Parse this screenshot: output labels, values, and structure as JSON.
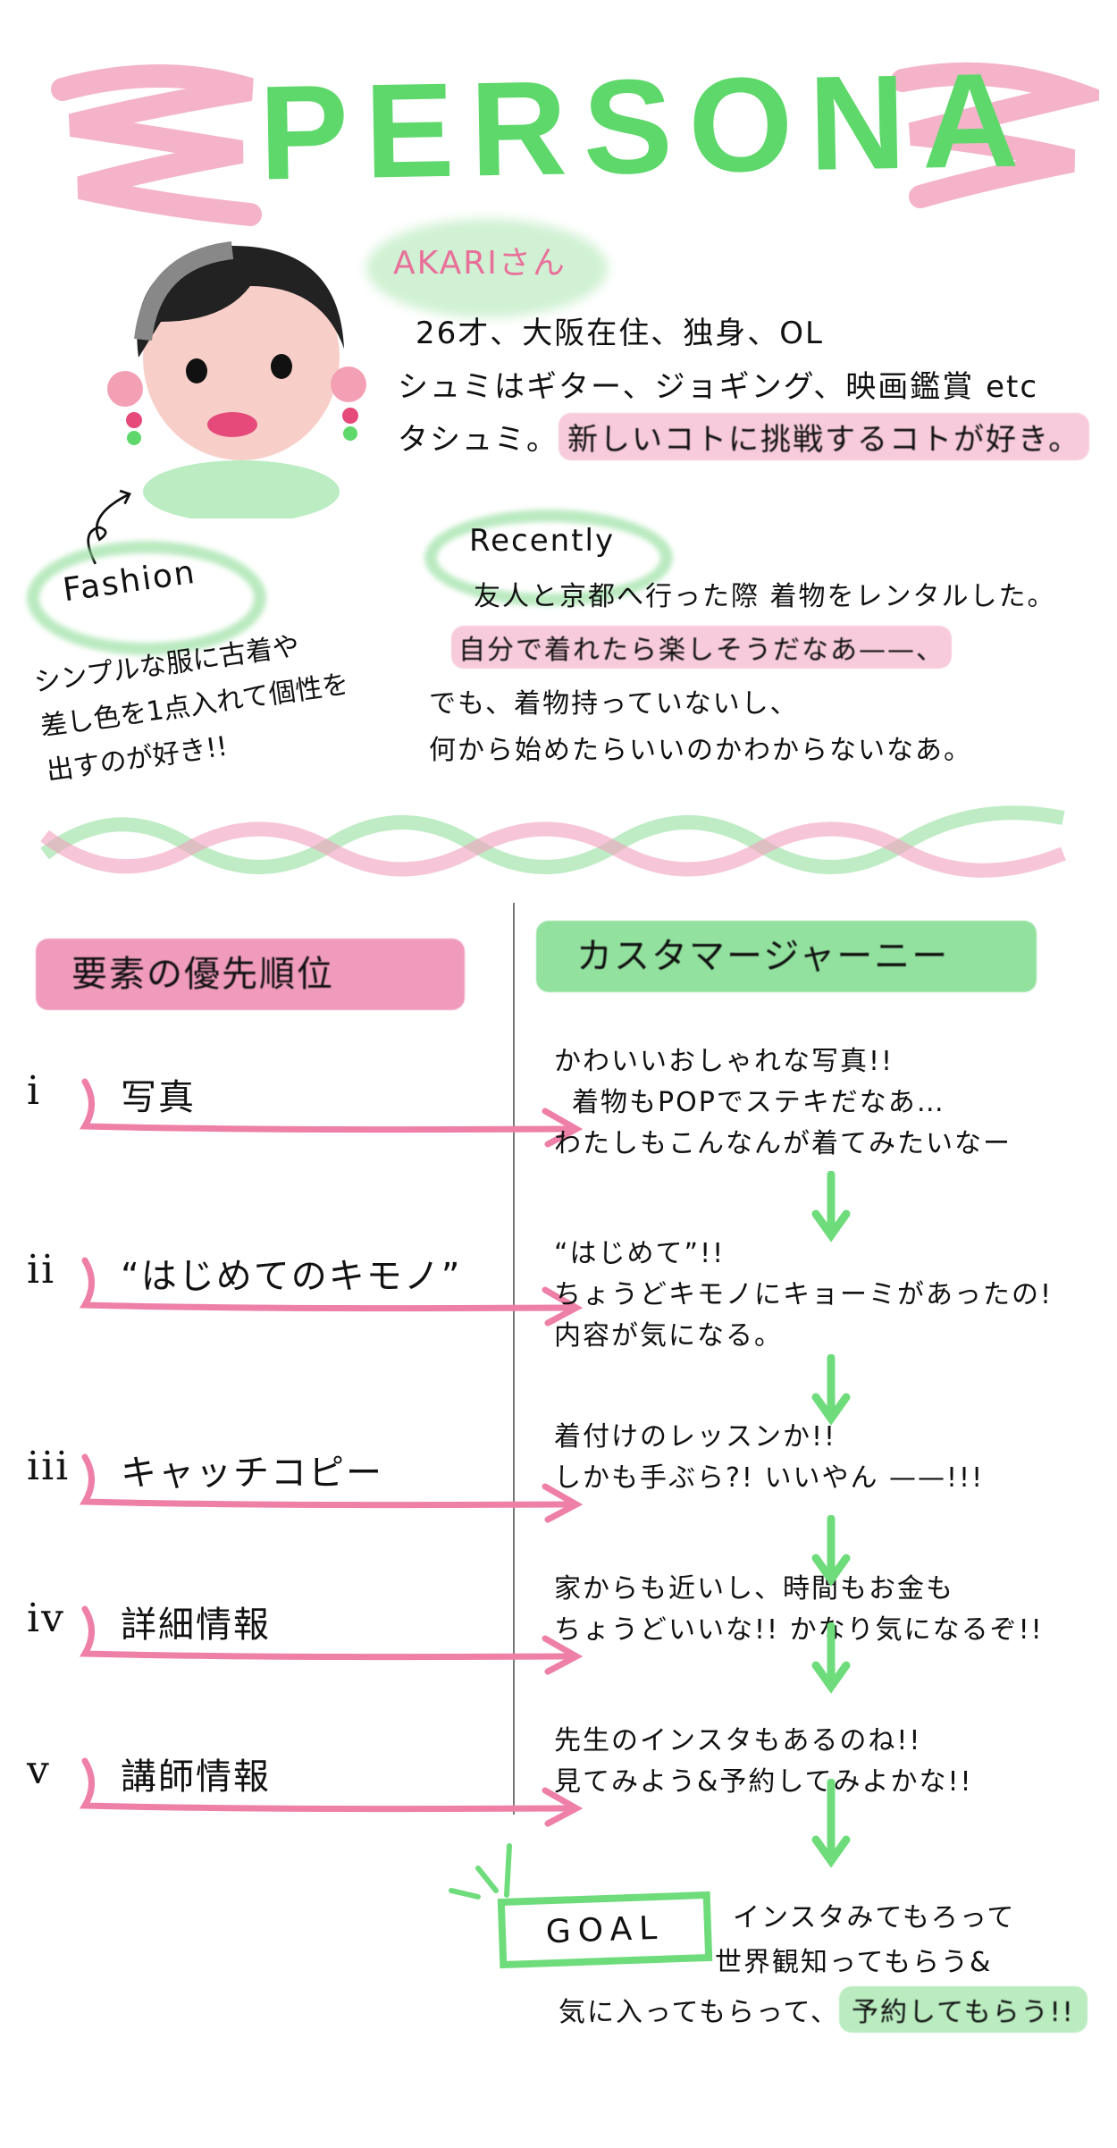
{
  "title": "PERSONA",
  "persona": {
    "name": "AKARIさん",
    "profile_lines": [
      "26才、大阪在住、独身、OL",
      "シュミはギター、ジョギング、映画鑑賞 etc",
      "タシュミ。"
    ],
    "profile_highlight": "新しいコトに挑戦するコトが好き。"
  },
  "fashion": {
    "label": "Fashion",
    "lines": [
      "シンプルな服に古着や",
      "差し色を1点入れて個性を",
      "出すのが好き!!"
    ]
  },
  "recently": {
    "label": "Recently",
    "lines": [
      "友人と京都へ行った際 着物をレンタルした。",
      "自分で着れたら楽しそうだなあ——、",
      "でも、着物持っていないし、",
      "何から始めたらいいのかわからないなあ。"
    ]
  },
  "priority": {
    "header": "要素の優先順位",
    "items": [
      {
        "num": "i",
        "label": "写真"
      },
      {
        "num": "ii",
        "label": "“はじめてのキモノ”"
      },
      {
        "num": "iii",
        "label": "キャッチコピー"
      },
      {
        "num": "iv",
        "label": "詳細情報"
      },
      {
        "num": "v",
        "label": "講師情報"
      }
    ]
  },
  "journey": {
    "header": "カスタマージャーニー",
    "steps": [
      [
        "かわいいおしゃれな写真!!",
        "着物もPOPでステキだなあ…",
        "わたしもこんなんが着てみたいなー"
      ],
      [
        "“はじめて”!!",
        "ちょうどキモノにキョーミがあったの!",
        "内容が気になる。"
      ],
      [
        "着付けのレッスンか!!",
        "しかも手ぶら?! いいやん ——!!!"
      ],
      [
        "家からも近いし、時間もお金も",
        "ちょうどいいな!! かなり気になるぞ!!"
      ],
      [
        "先生のインスタもあるのね!!",
        "見てみよう&予約してみよかな!!"
      ]
    ]
  },
  "goal": {
    "label": "GOAL",
    "lines": [
      "インスタみてもろって",
      "世界観知ってもらう&",
      "気に入ってもらって、"
    ],
    "highlight": "予約してもらう!!"
  },
  "colors": {
    "green": "#5ed86a",
    "pink": "#ee7fa6",
    "ink": "#111111"
  }
}
